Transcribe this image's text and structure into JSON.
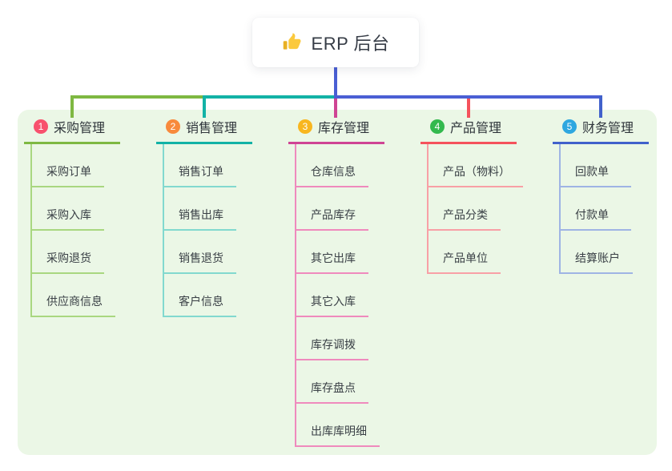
{
  "root": {
    "title": "ERP 后台",
    "icon": "thumbs-up-icon"
  },
  "colors": {
    "canvas_bg": "#ffffff",
    "panel_bg": "#ebf7e6",
    "trunk_blue": "#4a5fd4",
    "root_text": "#363c46"
  },
  "branches": [
    {
      "index": "1",
      "label": "采购管理",
      "badge_color": "#f8516d",
      "line_color": "#7eb842",
      "sub_line_color": "#a9d780",
      "items": [
        "采购订单",
        "采购入库",
        "采购退货",
        "供应商信息"
      ]
    },
    {
      "index": "2",
      "label": "销售管理",
      "badge_color": "#f88a3c",
      "line_color": "#12b2a6",
      "sub_line_color": "#82d9cf",
      "items": [
        "销售订单",
        "销售出库",
        "销售退货",
        "客户信息"
      ]
    },
    {
      "index": "3",
      "label": "库存管理",
      "badge_color": "#f8b61f",
      "line_color": "#cf4494",
      "sub_line_color": "#ef8abd",
      "items": [
        "仓库信息",
        "产品库存",
        "其它出库",
        "其它入库",
        "库存调拨",
        "库存盘点",
        "出库库明细"
      ]
    },
    {
      "index": "4",
      "label": "产品管理",
      "badge_color": "#33b94e",
      "line_color": "#f5525c",
      "sub_line_color": "#f8a0a6",
      "items": [
        "产品（物料）",
        "产品分类",
        "产品单位"
      ]
    },
    {
      "index": "5",
      "label": "财务管理",
      "badge_color": "#2ea7e0",
      "line_color": "#4161cb",
      "sub_line_color": "#9fb4e4",
      "items": [
        "回款单",
        "付款单",
        "结算账户"
      ]
    }
  ]
}
